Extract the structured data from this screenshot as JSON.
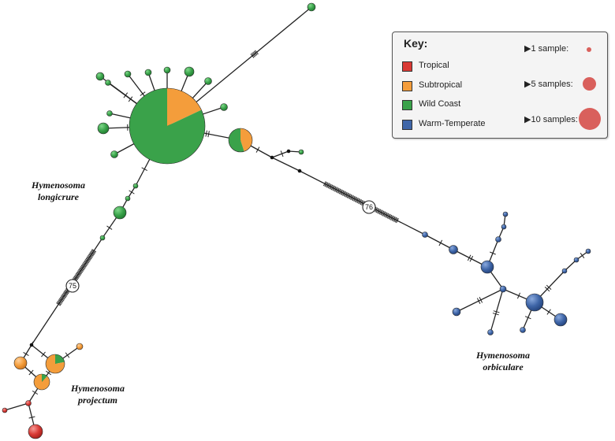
{
  "colors": {
    "tropical": "#d93a35",
    "subtropical": "#f49d3b",
    "wild_coast": "#3aa24a",
    "warm_temperate": "#3f66a8",
    "sample_dot": "#d9605c"
  },
  "species_labels": {
    "longicrure": [
      "Hymenosoma",
      "longicrure"
    ],
    "orbiculare": [
      "Hymenosoma",
      "orbiculare"
    ],
    "projectum": [
      "Hymenosoma",
      "projectum"
    ]
  },
  "missing_step_counts": {
    "longicrure_projectum": "75",
    "longicrure_orbiculare": "76"
  },
  "key": {
    "title": "Key:",
    "regions": [
      {
        "label": "Tropical",
        "color": "#d93a35"
      },
      {
        "label": "Subtropical",
        "color": "#f49d3b"
      },
      {
        "label": "Wild Coast",
        "color": "#3aa24a"
      },
      {
        "label": "Warm-Temperate",
        "color": "#3f66a8"
      }
    ],
    "sample_sizes": [
      {
        "label": "▶1 sample:",
        "samples": 1
      },
      {
        "label": "▶5 samples:",
        "samples": 5
      },
      {
        "label": "▶10 samples:",
        "samples": 10
      }
    ]
  }
}
